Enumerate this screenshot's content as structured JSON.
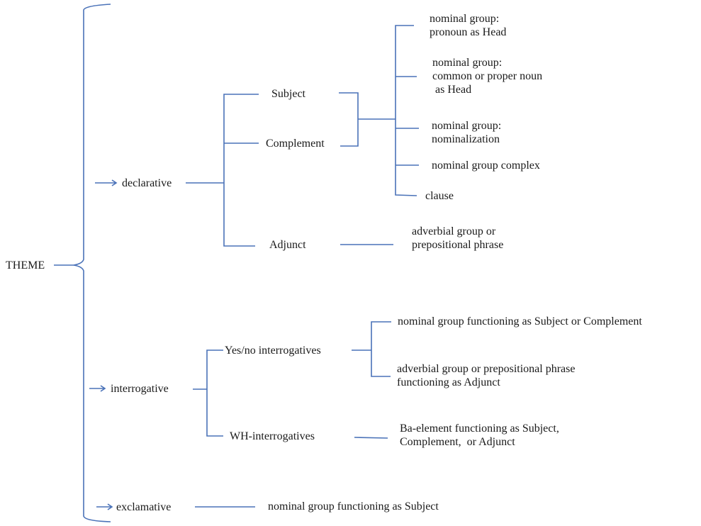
{
  "root": {
    "label": "THEME"
  },
  "mood_types": {
    "declarative": "declarative",
    "interrogative": "interrogative",
    "exclamative": "exclamative"
  },
  "declarative": {
    "subject": "Subject",
    "complement": "Complement",
    "adjunct": "Adjunct",
    "subject_complement_realizations": [
      [
        "nominal group:",
        "pronoun as Head"
      ],
      [
        "nominal group:",
        "common  or proper noun",
        " as Head"
      ],
      [
        "nominal group:",
        "nominalization"
      ],
      [
        "nominal group complex"
      ],
      [
        "clause"
      ]
    ],
    "adjunct_realization": [
      "adverbial group or",
      "prepositional phrase"
    ]
  },
  "interrogative": {
    "yes_no": "Yes/no interrogatives",
    "wh": "WH-interrogatives",
    "yes_no_realizations": [
      [
        "nominal group functioning as Subject or Complement"
      ],
      [
        "adverbial group or prepositional phrase",
        "functioning as Adjunct"
      ]
    ],
    "wh_realization": [
      "Ba-element functioning as Subject,",
      "Complement,  or Adjunct"
    ]
  },
  "exclamative": {
    "realization": "nominal group functioning as Subject"
  },
  "colors": {
    "line": "#4a72b8",
    "text": "#1a1a1a"
  }
}
